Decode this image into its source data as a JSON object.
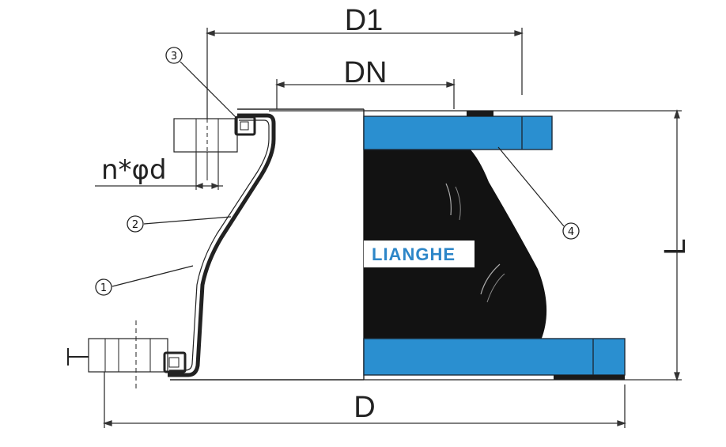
{
  "dimensions": {
    "d1": "D1",
    "dn": "DN",
    "d": "D",
    "l": "L",
    "bolt_holes": "n*φd"
  },
  "callouts": [
    {
      "id": "3",
      "label": "3"
    },
    {
      "id": "2",
      "label": "2"
    },
    {
      "id": "1",
      "label": "1"
    },
    {
      "id": "4",
      "label": "4"
    }
  ],
  "logo": {
    "text": "LIANGHE"
  },
  "colors": {
    "flange_blue": "#2a8fd0",
    "rubber_black": "#121212",
    "line": "#222222",
    "logo_blue": "#2d86c8"
  }
}
